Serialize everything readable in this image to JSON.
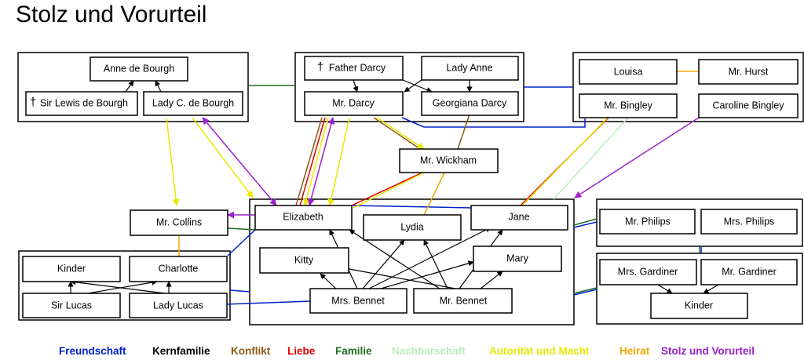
{
  "title": "Stolz und Vorurteil",
  "colors": {
    "freundschaft": "#0022cc",
    "kernfamilie": "#000000",
    "konflikt": "#8a5a14",
    "liebe": "#e00000",
    "familie": "#1f6b1f",
    "nachbarschaft": "#b8f0b8",
    "autoritaet": "#f0f000",
    "heirat": "#f0a800",
    "stolz": "#9a22cc"
  },
  "nodes": {
    "anne_de_bourgh": "Anne de Bourgh",
    "sir_lewis": "Sir Lewis de Bourgh",
    "sir_lewis_mark": "†",
    "lady_c": "Lady C. de Bourgh",
    "father_darcy": "Father Darcy",
    "father_darcy_mark": "†",
    "lady_anne": "Lady Anne",
    "mr_darcy": "Mr. Darcy",
    "georgiana": "Georgiana Darcy",
    "louisa": "Louisa",
    "mr_hurst": "Mr. Hurst",
    "mr_bingley": "Mr. Bingley",
    "caroline": "Caroline Bingley",
    "mr_wickham": "Mr. Wickham",
    "mr_collins": "Mr. Collins",
    "elizabeth": "Elizabeth",
    "lydia": "Lydia",
    "jane": "Jane",
    "kitty": "Kitty",
    "mary": "Mary",
    "mrs_bennet": "Mrs. Bennet",
    "mr_bennet": "Mr. Bennet",
    "kinder_lucas": "Kinder",
    "charlotte": "Charlotte",
    "sir_lucas": "Sir Lucas",
    "lady_lucas": "Lady Lucas",
    "mr_philips": "Mr. Philips",
    "mrs_philips": "Mrs. Philips",
    "mrs_gardiner": "Mrs. Gardiner",
    "mr_gardiner": "Mr. Gardiner",
    "kinder_gardiner": "Kinder"
  },
  "legend": {
    "freundschaft": "Freundschaft",
    "kernfamilie": "Kernfamilie",
    "konflikt": "Konflikt",
    "liebe": "Liebe",
    "familie": "Familie",
    "nachbarschaft": "Nachbarschaft",
    "autoritaet": "Autorität und Macht",
    "heirat": "Heirat",
    "stolz": "Stolz und Vorurteil"
  }
}
